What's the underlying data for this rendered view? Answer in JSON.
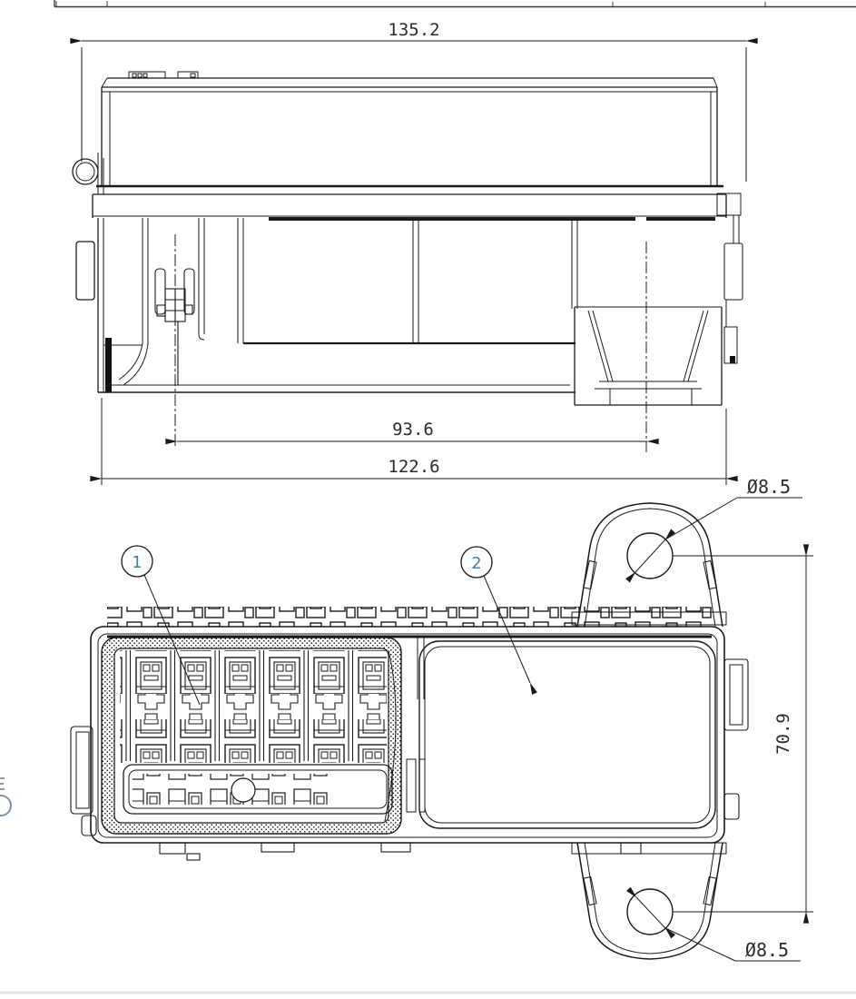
{
  "drawing": {
    "type": "technical-2d-drawing",
    "subject": "fuse-relay box, front elevation and plan view with mounting brackets",
    "colors": {
      "line": "#1a1a1a",
      "balloon_number": "#3f7cb6",
      "frame_light": "#e3e3e3"
    },
    "dimensions": {
      "cover_width": "135.2",
      "mount_pitch": "93.6",
      "base_width": "122.6",
      "mount_height": "70.9",
      "top_hole_dia": "Ø8.5",
      "bottom_hole_dia": "Ø8.5"
    },
    "balloons": [
      {
        "label": "1"
      },
      {
        "label": "2"
      }
    ]
  }
}
